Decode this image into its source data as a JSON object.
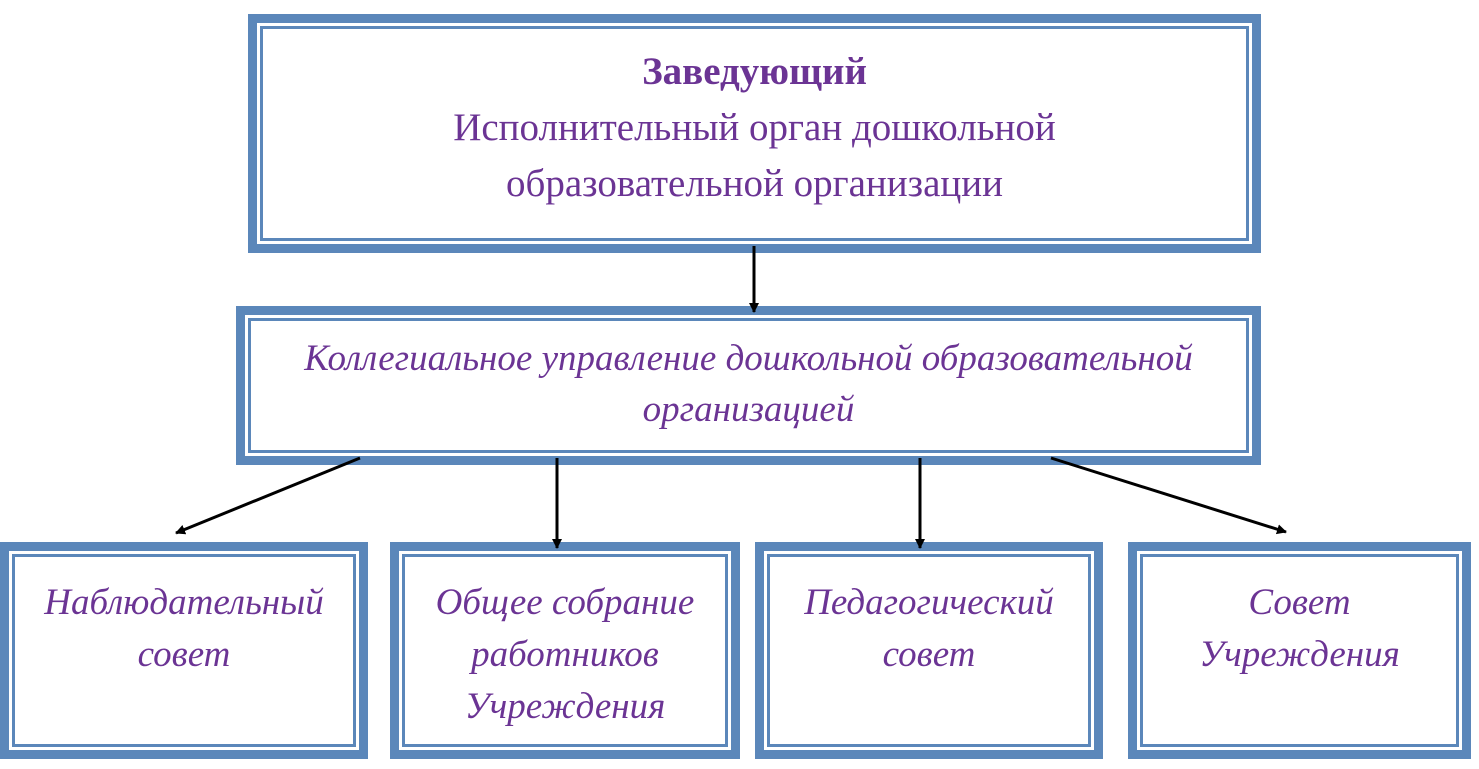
{
  "head": {
    "title": "Заведующий",
    "line1": "Исполнительный орган дошкольной",
    "line2": "образовательной организации"
  },
  "collegial": {
    "line1": "Коллегиальное управление дошкольной образовательной",
    "line2": "организацией"
  },
  "bodies": [
    {
      "lines": [
        "Наблюдательный",
        "совет"
      ]
    },
    {
      "lines": [
        "Общее собрание",
        "работников",
        "Учреждения"
      ]
    },
    {
      "lines": [
        "Педагогический",
        "совет"
      ]
    },
    {
      "lines": [
        "Совет",
        "Учреждения"
      ]
    }
  ],
  "colors": {
    "border": "#5b87ba",
    "text": "#6b3494",
    "arrow": "#000000"
  }
}
